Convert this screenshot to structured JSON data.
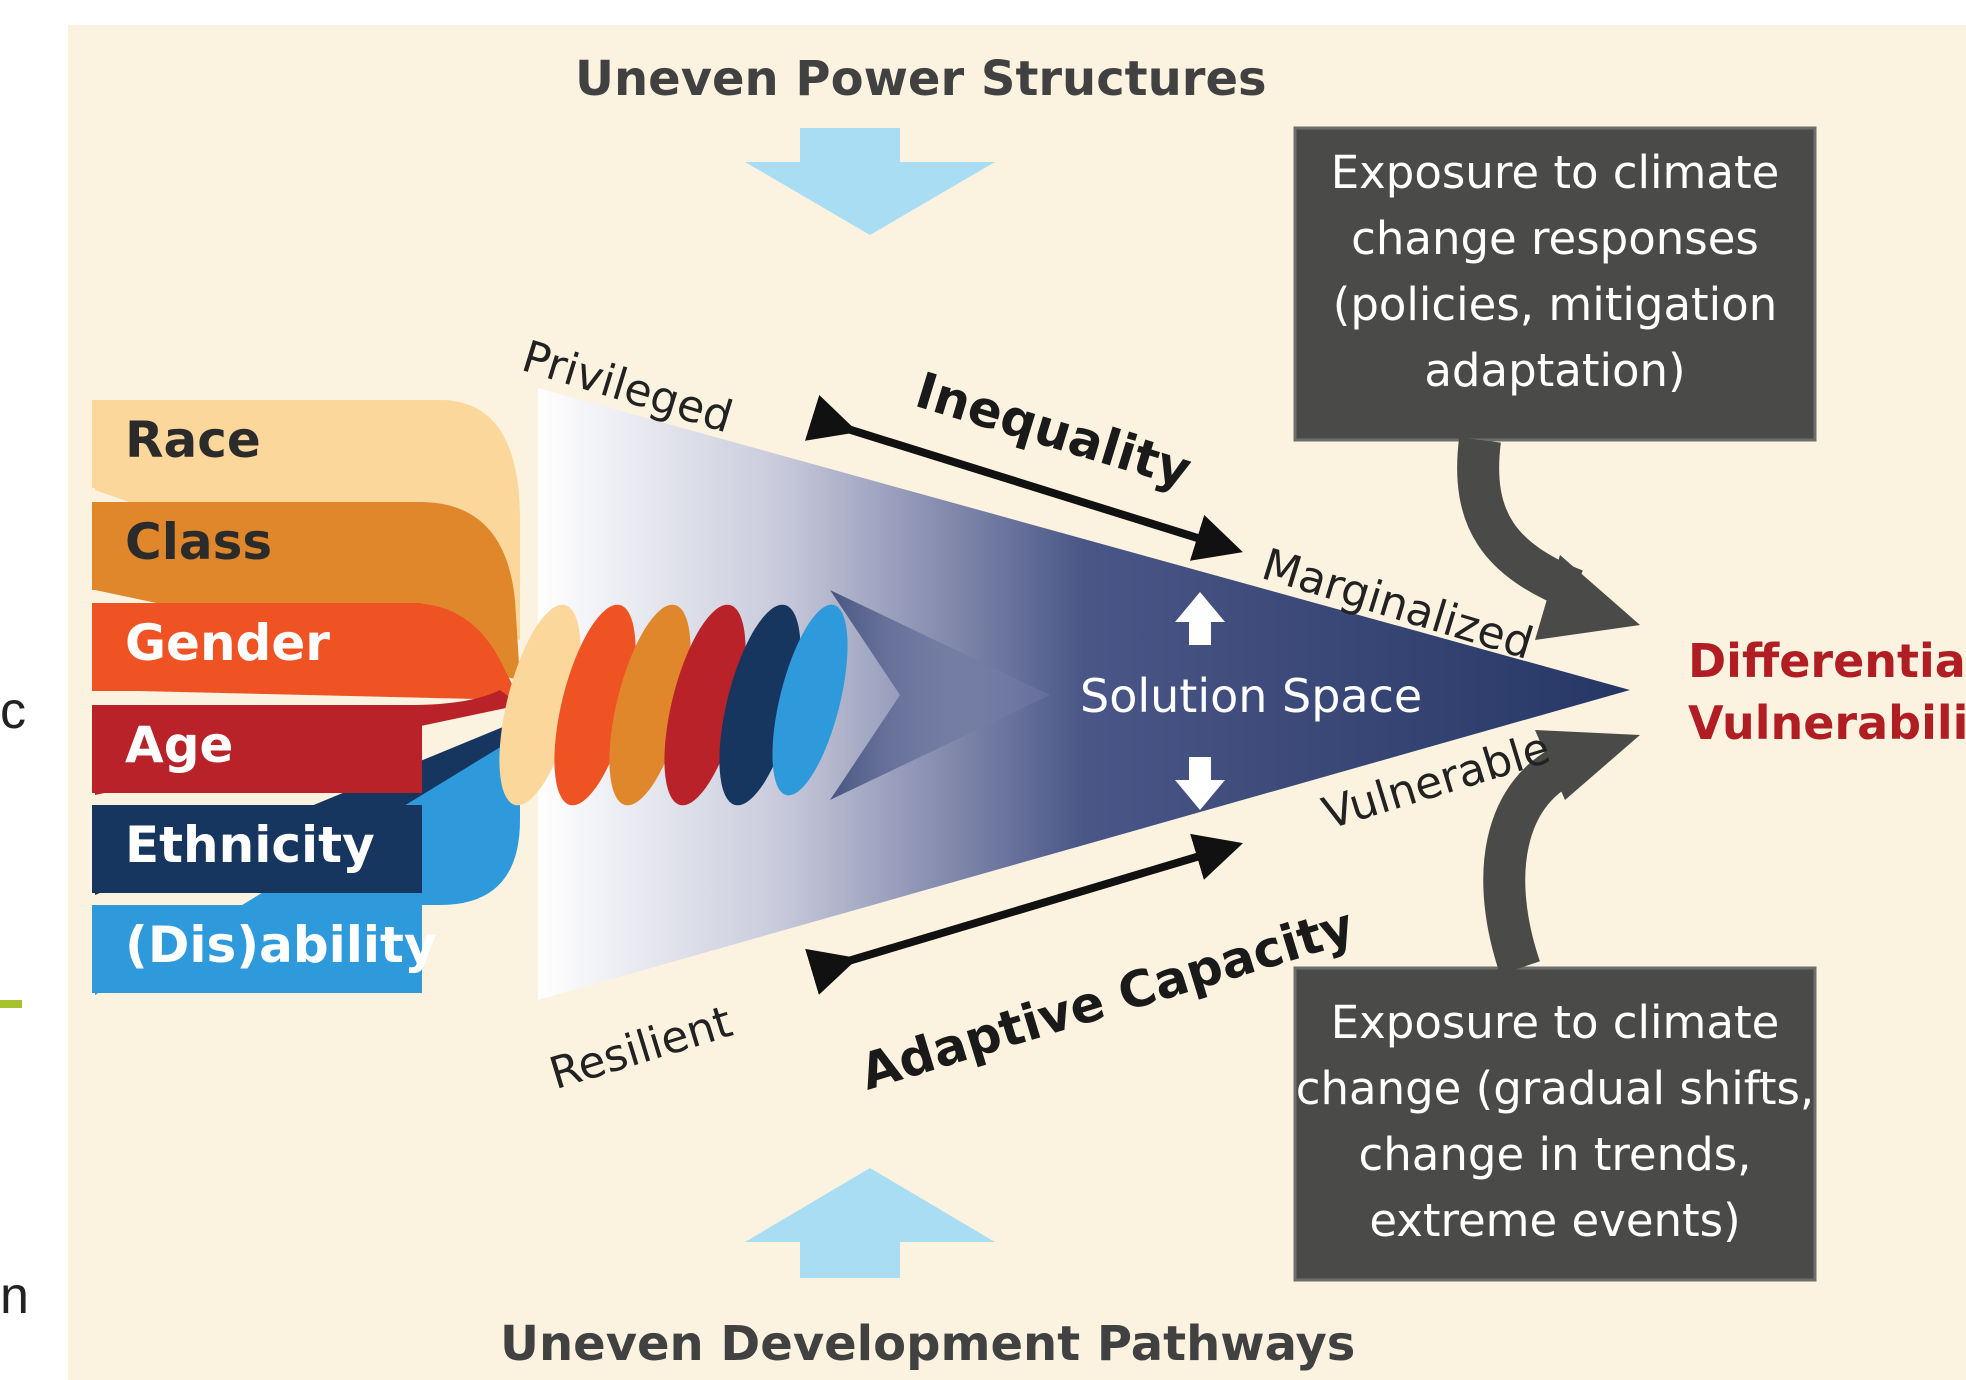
{
  "diagram": {
    "top_label": "Uneven Power Structures",
    "bottom_label": "Uneven Development Pathways",
    "factors": [
      {
        "label": "Race",
        "color": "#fbd79b"
      },
      {
        "label": "Class",
        "color": "#e0872b"
      },
      {
        "label": "Gender",
        "color": "#ef5323"
      },
      {
        "label": "Age",
        "color": "#b92228"
      },
      {
        "label": "Ethnicity",
        "color": "#17365f"
      },
      {
        "label": "(Dis)ability",
        "color": "#2f9adb"
      }
    ],
    "cone": {
      "privileged": "Privileged",
      "marginalized": "Marginalized",
      "vulnerable": "Vulnerable",
      "resilient": "Resilient",
      "solution_space": "Solution Space",
      "color": "#2a3b6c"
    },
    "arrows": {
      "inequality": "Inequality",
      "adaptive_capacity": "Adaptive Capacity"
    },
    "boxes": {
      "top": [
        "Exposure to climate",
        "change responses",
        "(policies, mitigation",
        "adaptation)"
      ],
      "bottom": [
        "Exposure to climate",
        "change (gradual shifts,",
        "change in trends,",
        "extreme events)"
      ]
    },
    "outcome": [
      "Differential",
      "Vulnerability"
    ],
    "outcome_color": "#b01e23",
    "background": "#fbf3df",
    "arrow_blue": "#a9ddf3"
  },
  "left_fragment": {
    "letter_c": "c",
    "letter_n": "n",
    "accent_color": "#a6c22e"
  }
}
